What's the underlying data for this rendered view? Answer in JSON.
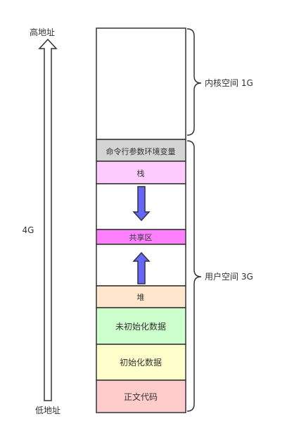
{
  "address_axis": {
    "high_label": "高地址",
    "low_label": "低地址",
    "total_label": "4G"
  },
  "memory_segments": [
    {
      "label": "命令行参数环境变量",
      "color": "#d4d4d4"
    },
    {
      "label": "栈",
      "color": "#ffccff"
    },
    {
      "label": "",
      "color": "#ffffff"
    },
    {
      "label": "共享区",
      "color": "#ff80ff"
    },
    {
      "label": "",
      "color": "#ffffff"
    },
    {
      "label": "堆",
      "color": "#ffe6cc"
    },
    {
      "label": "未初始化数据",
      "color": "#ccffcc"
    },
    {
      "label": "初始化数据",
      "color": "#ffffcc"
    },
    {
      "label": "正文代码",
      "color": "#ffcccc"
    }
  ],
  "kernel_space": {
    "label": "内核空间 1G",
    "color": "#ffffff"
  },
  "user_space": {
    "label": "用户空间 3G"
  },
  "growth_arrows": {
    "stack_direction": "down",
    "heap_direction": "up",
    "color": "#6666ff"
  },
  "colors": {
    "outline": "#333333",
    "text": "#333333"
  }
}
